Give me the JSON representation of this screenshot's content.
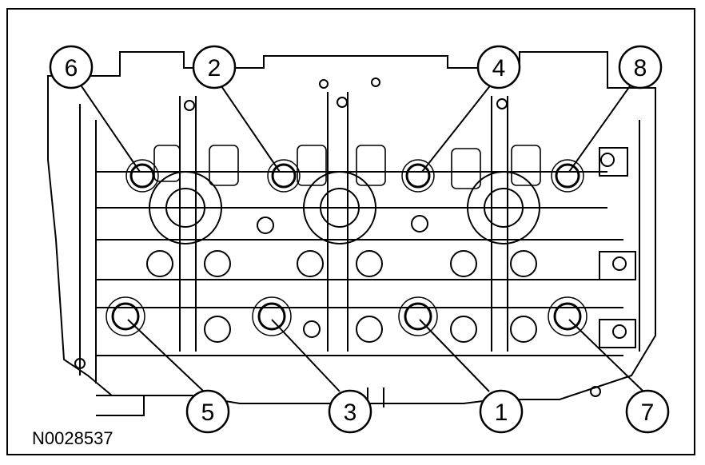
{
  "figure": {
    "code": "N0028537",
    "callouts": [
      "6",
      "2",
      "4",
      "8",
      "5",
      "3",
      "1",
      "7"
    ]
  },
  "colors": {
    "ink": "#000000",
    "paper": "#ffffff"
  }
}
